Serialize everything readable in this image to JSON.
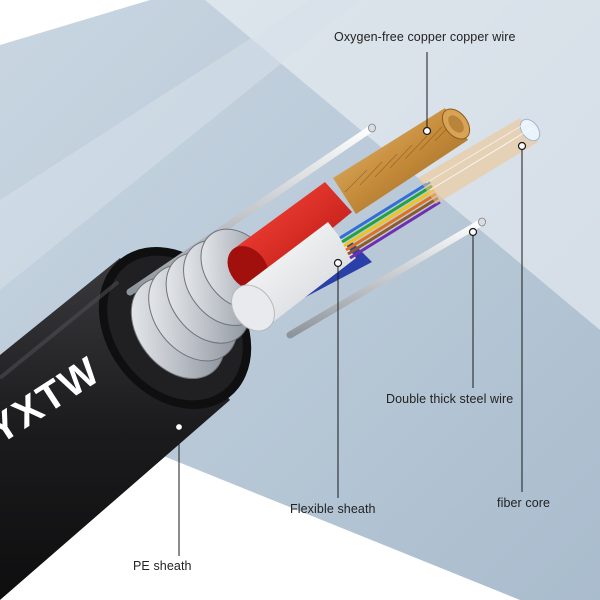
{
  "cable": {
    "jacket_print": "YXTW",
    "colors": {
      "background": "#ffffff",
      "panel": "#b7c7d6",
      "jacket": "#1d1d1f",
      "copper": "#c8933f",
      "red_insulation": "#d61f1f",
      "white_insulation": "#f2f2f2",
      "blue_tape": "#2a3fa8",
      "steel": "#cfd3d8"
    }
  },
  "callouts": [
    {
      "id": "copper",
      "label": "Oxygen-free copper copper wire"
    },
    {
      "id": "steel",
      "label": "Double thick steel wire"
    },
    {
      "id": "fiber",
      "label": "fiber core"
    },
    {
      "id": "flex",
      "label": "Flexible sheath"
    },
    {
      "id": "pe",
      "label": "PE sheath"
    }
  ]
}
